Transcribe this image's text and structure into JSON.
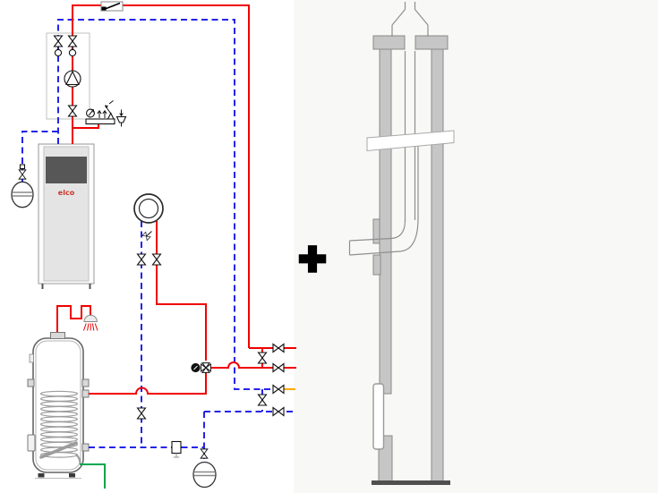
{
  "diagram": {
    "boiler_brand": "elco",
    "separator_symbol": "+",
    "colors": {
      "flow_pipe": "#f10000",
      "return_pipe": "#2424e8",
      "cold_water_pipe": "#00a651",
      "stub_accent": "#ffa800",
      "masonry_fill": "#c6c6c6",
      "masonry_edge": "#8a8a8a",
      "boiler_panel": "#575757",
      "brand_red": "#c8372d",
      "panel_background": "#f8f8f6"
    },
    "icons": {
      "shutoff_valve": "bowtie",
      "check_valve": "rect-with-diagonal-flap",
      "circulation_pump": "circle-with-triangle",
      "thermometer": "circle-with-stem",
      "pressure_gauge": "circle-with-needle",
      "air_vent": "double-up-arrows",
      "safety_valve": "triangle-with-arrow",
      "discharge_funnel": "trapezoid-with-down-arrow",
      "heating_circuit": "double-circle",
      "three_way_mixing_valve": "cross-bowtie",
      "valve_motor": "filled-circle",
      "expansion_vessel": "oval-with-membrane",
      "dirt_separator": "small-rect-with-drain",
      "dhw_shower": "shower-head-with-spray",
      "storage_tank_coil": "spiral-heat-exchanger",
      "flue_terminal": "cone-outlet",
      "inspection_door": "rounded-rect-opening"
    }
  }
}
